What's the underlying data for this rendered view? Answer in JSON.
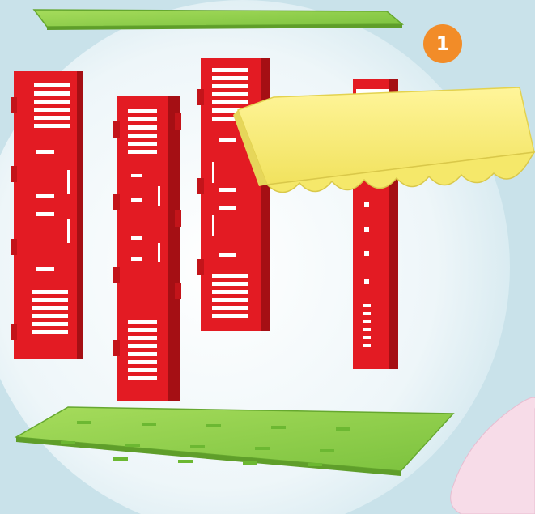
{
  "step": {
    "number": "1"
  },
  "colors": {
    "background": "#cfe6ee",
    "bubble": "#f4f9fb",
    "green_panel": "#8fcf4a",
    "green_edge": "#5f9e2a",
    "red_frame": "#e11c22",
    "red_dark": "#a50f14",
    "awning_yellow": "#f7ee78",
    "awning_edge": "#d9c84a",
    "badge": "#f28c28",
    "cloud": "#f6dbe6"
  },
  "parts": [
    "top-panel",
    "left-wall",
    "middle-left-wall",
    "middle-right-wall",
    "right-post",
    "awning",
    "base-panel"
  ]
}
